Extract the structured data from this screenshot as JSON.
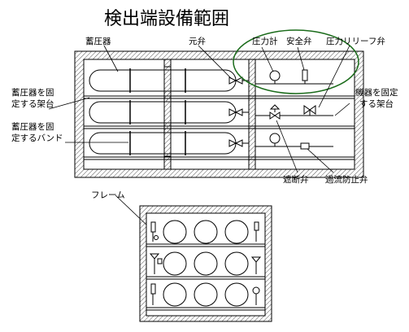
{
  "title": "検出端設備範囲",
  "labels": {
    "accumulator": "蓄圧器",
    "main_valve": "元弁",
    "pressure_gauge": "圧力計",
    "safety_valve": "安全弁",
    "pressure_relief_valve": "圧力リリーフ弁",
    "rack_line1": "蓄圧器を固",
    "rack_line2": "定する架台",
    "band_line1": "蓄圧器を固",
    "band_line2": "定するバンド",
    "equip_rack_line1": "機器を固定",
    "equip_rack_line2": "する架台",
    "shutoff_valve": "遮断弁",
    "check_valve": "過流防止弁",
    "frame": "フレーム"
  },
  "colors": {
    "highlight": "#1a6b1a",
    "line": "#000000",
    "hatch": "#555555"
  }
}
